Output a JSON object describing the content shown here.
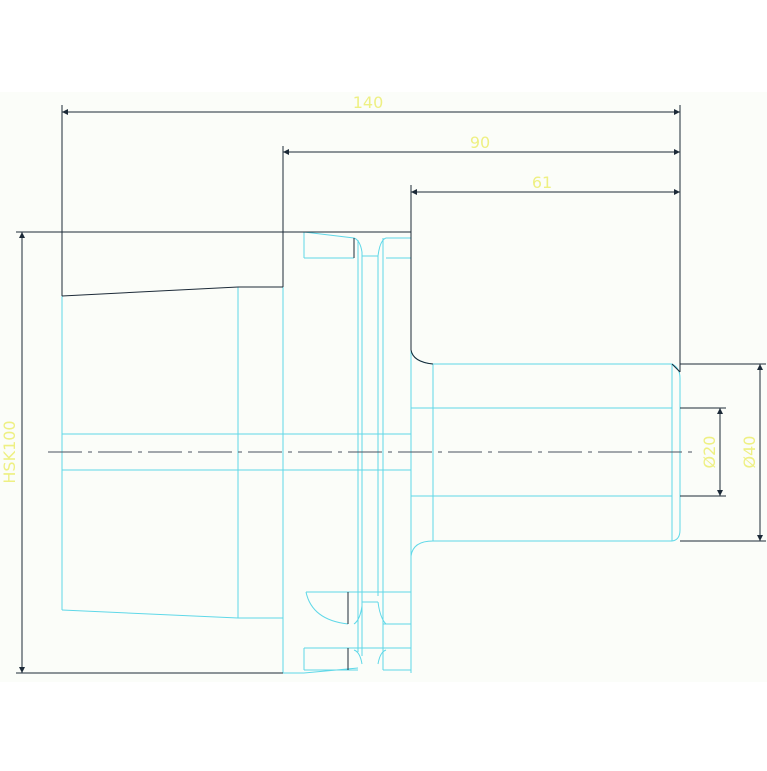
{
  "dimensions": {
    "overall_length": "140",
    "holder_length": "90",
    "nose_length": "61",
    "shank_diameter": "Ø40",
    "bore_diameter": "Ø20",
    "interface": "HSK100"
  },
  "colors": {
    "background": "#fbfdf9",
    "outline": "#5fd8e8",
    "dimension_line": "#1c2a38",
    "dimension_text": "#eef083",
    "centerline": "#4a5160"
  }
}
